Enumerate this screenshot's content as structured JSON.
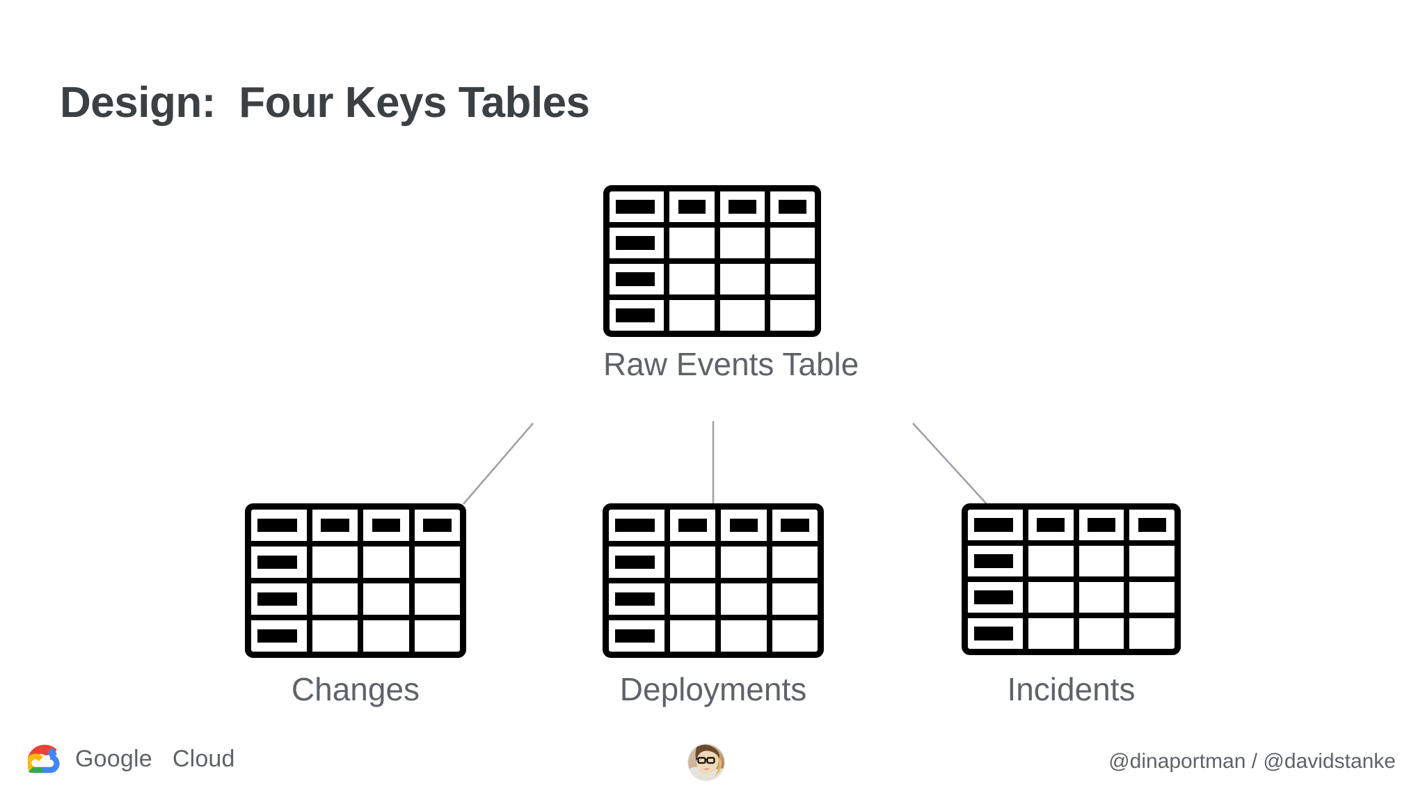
{
  "slide": {
    "title": "Design:  Four Keys Tables",
    "background_color": "#ffffff",
    "title_color": "#3c4043",
    "label_color": "#5f6368",
    "connector_color": "#9aa0a6"
  },
  "diagram": {
    "root": {
      "id": "raw-events-table",
      "label": "Raw Events Table",
      "icon": "table-icon",
      "columns": 4,
      "rows": 4
    },
    "children": [
      {
        "id": "changes-table",
        "label": "Changes",
        "icon": "table-icon",
        "columns": 4,
        "rows": 4
      },
      {
        "id": "deployments-table",
        "label": "Deployments",
        "icon": "table-icon",
        "columns": 4,
        "rows": 4
      },
      {
        "id": "incidents-table",
        "label": "Incidents",
        "icon": "table-icon",
        "columns": 4,
        "rows": 4
      }
    ],
    "connector_count": 3
  },
  "footer": {
    "brand": {
      "name": "Google Cloud",
      "word_google": "Google",
      "word_cloud": "Cloud",
      "logo_icon": "google-cloud-logo-icon",
      "logo_colors": {
        "red": "#ea4335",
        "blue": "#4285f4",
        "yellow": "#fbbc04",
        "green": "#34a853"
      }
    },
    "avatar": {
      "icon": "avatar",
      "alt": "presenter photo"
    },
    "handles": "@dinaportman / @davidstanke"
  }
}
